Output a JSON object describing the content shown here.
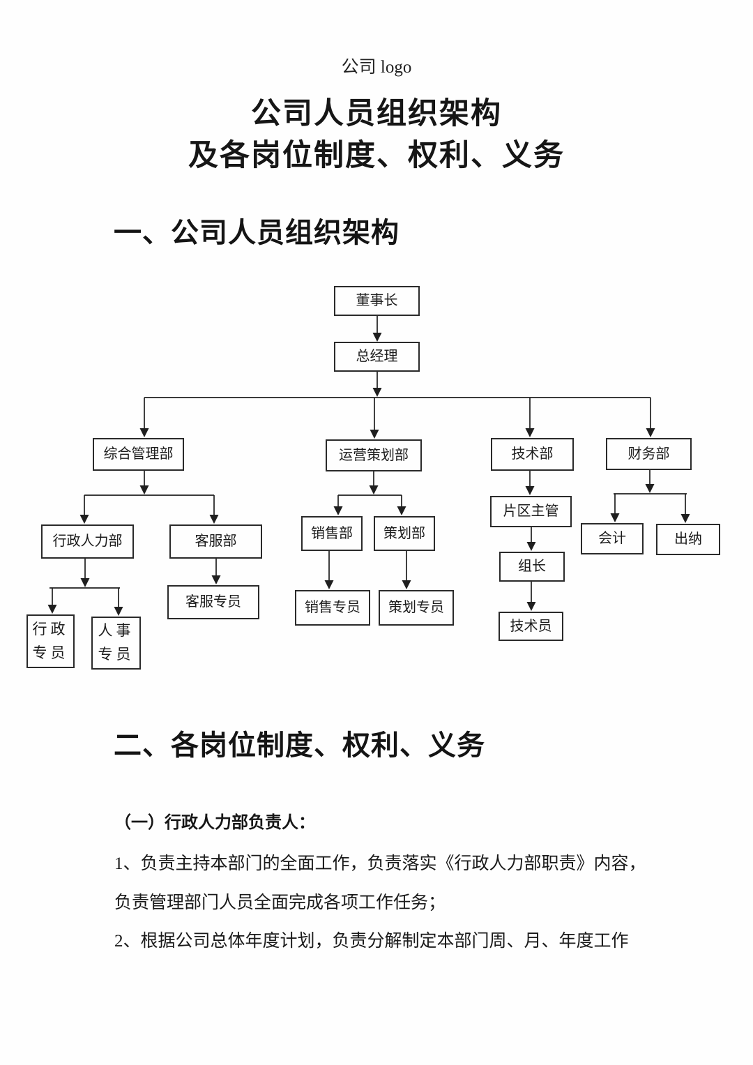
{
  "header": {
    "logo_text": "公司 logo",
    "title_line1": "公司人员组织架构",
    "title_line2": "及各岗位制度、权利、义务"
  },
  "section1": {
    "heading": "一、公司人员组织架构"
  },
  "org_chart": {
    "nodes": {
      "chairman": {
        "label": "董事长"
      },
      "general_manager": {
        "label": "总经理"
      },
      "general_admin_dept": {
        "label": "综合管理部"
      },
      "operations_planning_dept": {
        "label": "运营策划部"
      },
      "tech_dept": {
        "label": "技术部"
      },
      "finance_dept": {
        "label": "财务部"
      },
      "admin_hr_dept": {
        "label": "行政人力部"
      },
      "customer_service_dept": {
        "label": "客服部"
      },
      "admin_specialist": {
        "label": "行政\n专员"
      },
      "hr_specialist": {
        "label": "人事\n专员"
      },
      "customer_service_specialist": {
        "label": "客服专员"
      },
      "sales_dept": {
        "label": "销售部"
      },
      "planning_dept": {
        "label": "策划部"
      },
      "sales_specialist": {
        "label": "销售专员"
      },
      "planning_specialist": {
        "label": "策划专员"
      },
      "district_supervisor": {
        "label": "片区主管"
      },
      "team_leader": {
        "label": "组长"
      },
      "technician": {
        "label": "技术员"
      },
      "accountant": {
        "label": "会计"
      },
      "cashier": {
        "label": "出纳"
      }
    },
    "hierarchy": {
      "董事长": [
        "总经理"
      ],
      "总经理": [
        "综合管理部",
        "运营策划部",
        "技术部",
        "财务部"
      ],
      "综合管理部": [
        "行政人力部",
        "客服部"
      ],
      "行政人力部": [
        "行政专员",
        "人事专员"
      ],
      "客服部": [
        "客服专员"
      ],
      "运营策划部": [
        "销售部",
        "策划部"
      ],
      "销售部": [
        "销售专员"
      ],
      "策划部": [
        "策划专员"
      ],
      "技术部": [
        "片区主管"
      ],
      "片区主管": [
        "组长"
      ],
      "组长": [
        "技术员"
      ],
      "财务部": [
        "会计",
        "出纳"
      ]
    }
  },
  "section2": {
    "heading": "二、各岗位制度、权利、义务",
    "subsection_heading": "（一）行政人力部负责人：",
    "body_lines": [
      "1、负责主持本部门的全面工作，负责落实《行政人力部职责》内容，",
      "负责管理部门人员全面完成各项工作任务；",
      "2、根据公司总体年度计划，负责分解制定本部门周、月、年度工作"
    ]
  }
}
